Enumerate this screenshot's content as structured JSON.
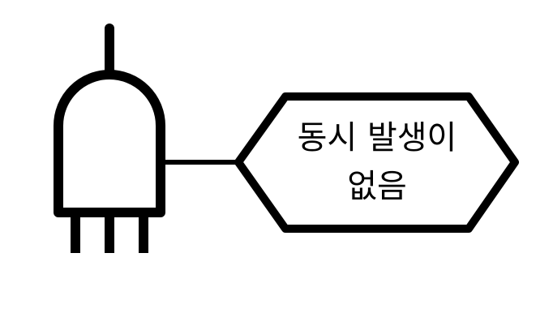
{
  "diagram": {
    "gate_type": "and-gate",
    "condition": {
      "line1": "동시 발생이",
      "line2": "없음"
    },
    "colors": {
      "stroke": "#000000",
      "background": "#ffffff"
    }
  }
}
